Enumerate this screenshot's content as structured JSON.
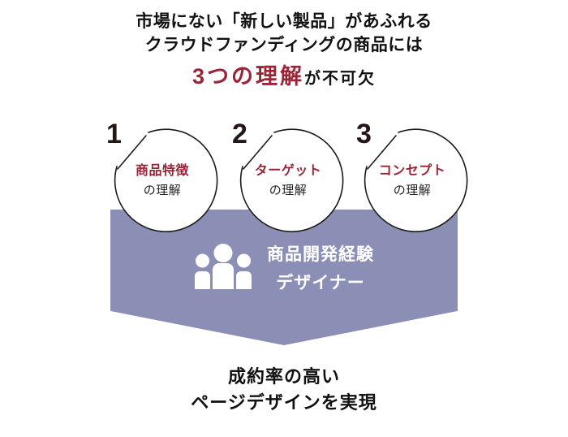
{
  "heading": {
    "line1": "市場にない「新しい製品」があふれる",
    "line2": "クラウドファンディングの商品には",
    "emphasis_red": "3つの理解",
    "emphasis_black": "が不可欠"
  },
  "steps": [
    {
      "number": "1",
      "label_main": "商品特徴",
      "label_sub": "の理解"
    },
    {
      "number": "2",
      "label_main": "ターゲット",
      "label_sub": "の理解"
    },
    {
      "number": "3",
      "label_main": "コンセプト",
      "label_sub": "の理解"
    }
  ],
  "banner": {
    "icon": "three-people-icon",
    "line1": "商品開発経験",
    "line2": "デザイナー",
    "fill_color": "#8B8FB5",
    "text_color": "#FFFFFF"
  },
  "footer": {
    "line1": "成約率の高い",
    "line2": "ページデザインを実現"
  },
  "colors": {
    "accent_red": "#9B2437",
    "text_black": "#111111",
    "banner_purple": "#8B8FB5",
    "circle_stroke": "#1A1A1A",
    "background": "#FFFFFF"
  }
}
